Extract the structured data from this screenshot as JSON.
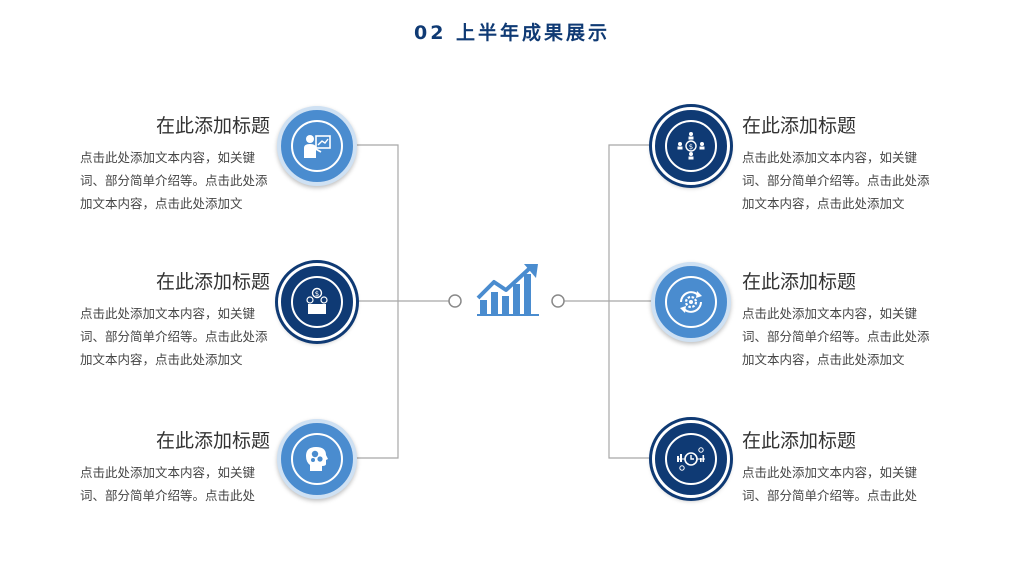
{
  "header": {
    "title": "02 上半年成果展示"
  },
  "items": [
    {
      "title": "在此添加标题",
      "text": "点击此处添加文本内容，如关键词、部分简单介绍等。点击此处添加文本内容，点击此处添加文",
      "icon": "presenter-chart-icon",
      "style": "light"
    },
    {
      "title": "在此添加标题",
      "text": "点击此处添加文本内容，如关键词、部分简单介绍等。点击此处添加文本内容，点击此处添加文",
      "icon": "money-box-icon",
      "style": "dark"
    },
    {
      "title": "在此添加标题",
      "text": "点击此处添加文本内容，如关键词、部分简单介绍等。点击此处",
      "icon": "head-money-icon",
      "style": "light"
    },
    {
      "title": "在此添加标题",
      "text": "点击此处添加文本内容，如关键词、部分简单介绍等。点击此处添加文本内容，点击此处添加文",
      "icon": "people-money-icon",
      "style": "dark"
    },
    {
      "title": "在此添加标题",
      "text": "点击此处添加文本内容，如关键词、部分简单介绍等。点击此处添加文本内容，点击此处添加文",
      "icon": "gear-cycle-icon",
      "style": "light"
    },
    {
      "title": "在此添加标题",
      "text": "点击此处添加文本内容，如关键词、部分简单介绍等。点击此处",
      "icon": "clock-chart-icon",
      "style": "dark"
    }
  ],
  "colors": {
    "dark": "#0f3a74",
    "light": "#4a8ccf",
    "ring": "#cfe1f3",
    "line": "#a8a8a8"
  },
  "center": {
    "icon": "growth-chart-icon"
  }
}
